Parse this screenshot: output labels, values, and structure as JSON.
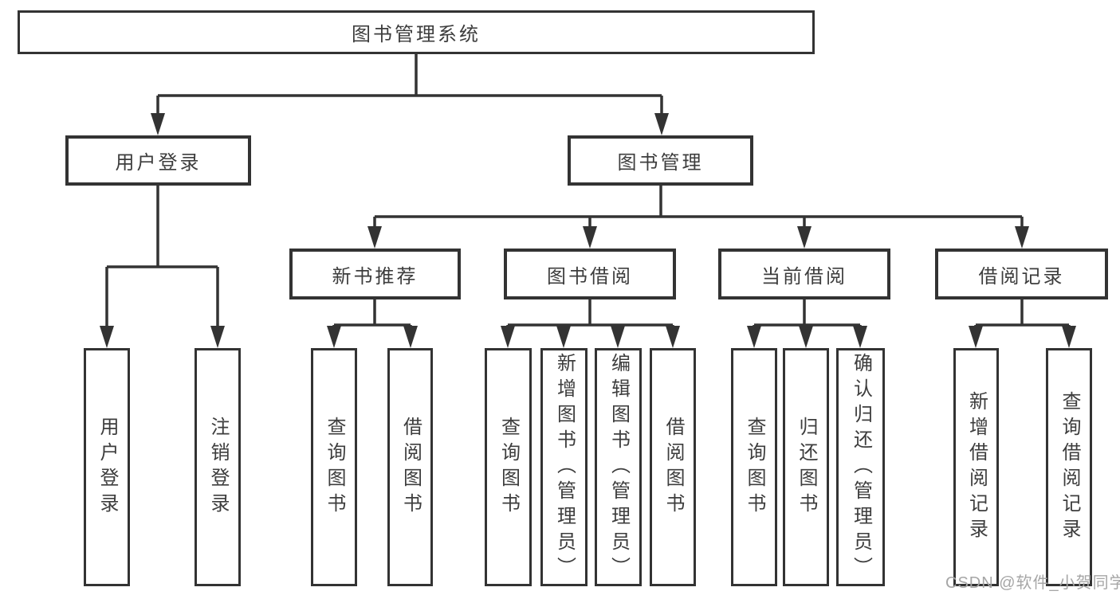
{
  "diagram": {
    "root": {
      "label": "图书管理系统"
    },
    "branches": [
      {
        "label": "用户登录",
        "children": [
          {
            "label": "用户登录"
          },
          {
            "label": "注销登录"
          }
        ]
      },
      {
        "label": "图书管理",
        "children": [
          {
            "label": "新书推荐",
            "children": [
              {
                "label": "查询图书"
              },
              {
                "label": "借阅图书"
              }
            ]
          },
          {
            "label": "图书借阅",
            "children": [
              {
                "label": "查询图书"
              },
              {
                "label": "新增图书（管理员）"
              },
              {
                "label": "编辑图书（管理员）"
              },
              {
                "label": "借阅图书"
              }
            ]
          },
          {
            "label": "当前借阅",
            "children": [
              {
                "label": "查询图书"
              },
              {
                "label": "归还图书"
              },
              {
                "label": "确认归还（管理员）"
              }
            ]
          },
          {
            "label": "借阅记录",
            "children": [
              {
                "label": "新增借阅记录"
              },
              {
                "label": "查询借阅记录"
              }
            ]
          }
        ]
      }
    ]
  },
  "watermark": {
    "text": "CSDN @软件_小贺同学"
  },
  "colors": {
    "line": "#333333",
    "text": "#3d3d3d",
    "watermark": "#a6a6a6",
    "background": "#ffffff"
  }
}
